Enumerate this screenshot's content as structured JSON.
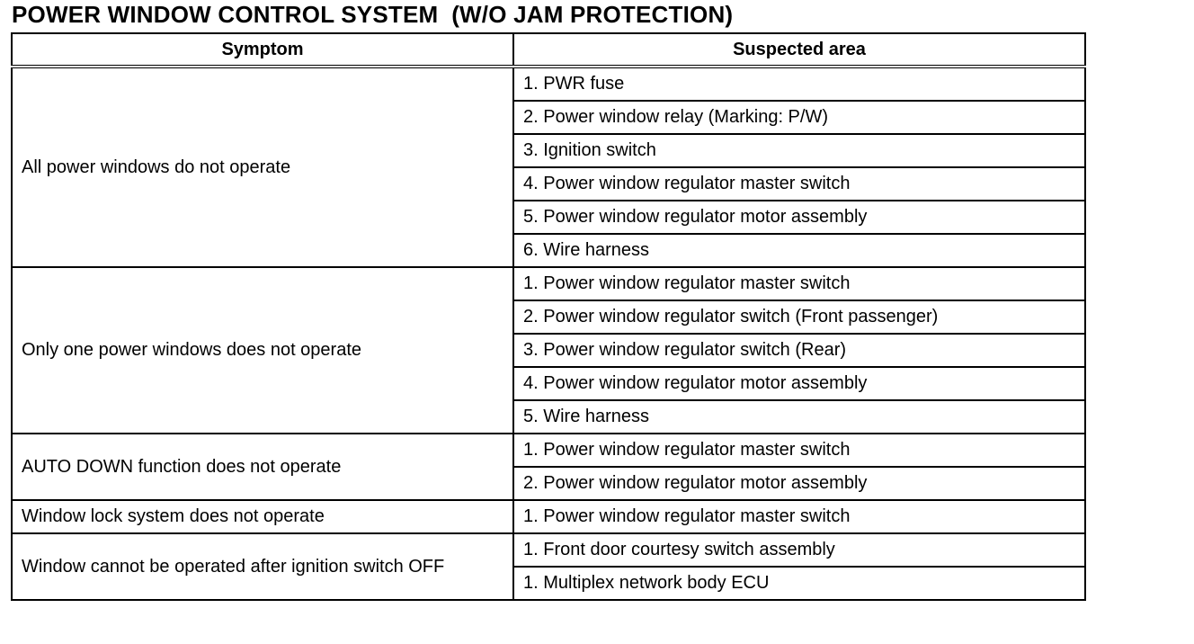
{
  "title": "POWER WINDOW CONTROL SYSTEM  (W/O JAM PROTECTION)",
  "table": {
    "headers": {
      "symptom": "Symptom",
      "suspected_area": "Suspected area"
    },
    "groups": [
      {
        "symptom": "All power windows do not operate",
        "areas": [
          "1. PWR fuse",
          "2. Power window relay (Marking: P/W)",
          "3. Ignition switch",
          "4. Power window regulator master switch",
          "5. Power window regulator motor assembly",
          "6. Wire harness"
        ]
      },
      {
        "symptom": "Only one power windows does not operate",
        "areas": [
          "1. Power window regulator master switch",
          "2. Power window regulator switch (Front passenger)",
          "3. Power window regulator switch (Rear)",
          "4. Power window regulator motor assembly",
          "5. Wire harness"
        ]
      },
      {
        "symptom": "AUTO DOWN function does not operate",
        "areas": [
          "1. Power window regulator master switch",
          "2. Power window regulator motor assembly"
        ]
      },
      {
        "symptom": "Window lock system does not operate",
        "areas": [
          "1. Power window regulator master switch"
        ]
      },
      {
        "symptom": "Window cannot be operated after ignition switch OFF",
        "areas": [
          "1. Front door courtesy switch assembly",
          "1. Multiplex network body ECU"
        ]
      }
    ]
  }
}
